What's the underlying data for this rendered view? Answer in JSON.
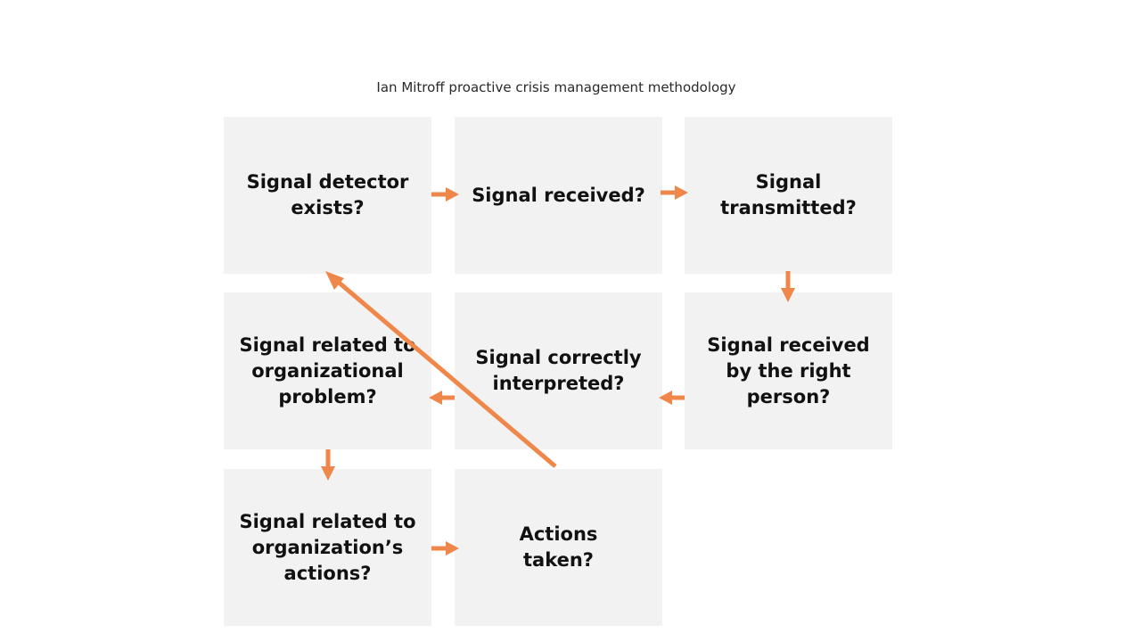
{
  "diagram": {
    "title": "Ian Mitroff proactive crisis management methodology",
    "accent_color": "#f0874a",
    "box_color": "#f2f2f2",
    "nodes": [
      {
        "id": "b1",
        "label": "Signal detector exists?"
      },
      {
        "id": "b2",
        "label": "Signal received?"
      },
      {
        "id": "b3",
        "label": "Signal transmitted?"
      },
      {
        "id": "b4",
        "label": "Signal received by the right person?"
      },
      {
        "id": "b5",
        "label": "Signal correctly interpreted?"
      },
      {
        "id": "b6",
        "label": "Signal related to organizational problem?"
      },
      {
        "id": "b7",
        "label": "Signal related to organization’s actions?"
      },
      {
        "id": "b8",
        "label": "Actions taken?"
      }
    ],
    "edges": [
      {
        "from": "b1",
        "to": "b2"
      },
      {
        "from": "b2",
        "to": "b3"
      },
      {
        "from": "b3",
        "to": "b4"
      },
      {
        "from": "b4",
        "to": "b5"
      },
      {
        "from": "b5",
        "to": "b6"
      },
      {
        "from": "b6",
        "to": "b7"
      },
      {
        "from": "b7",
        "to": "b8"
      },
      {
        "from": "b8",
        "to": "b1"
      }
    ]
  }
}
